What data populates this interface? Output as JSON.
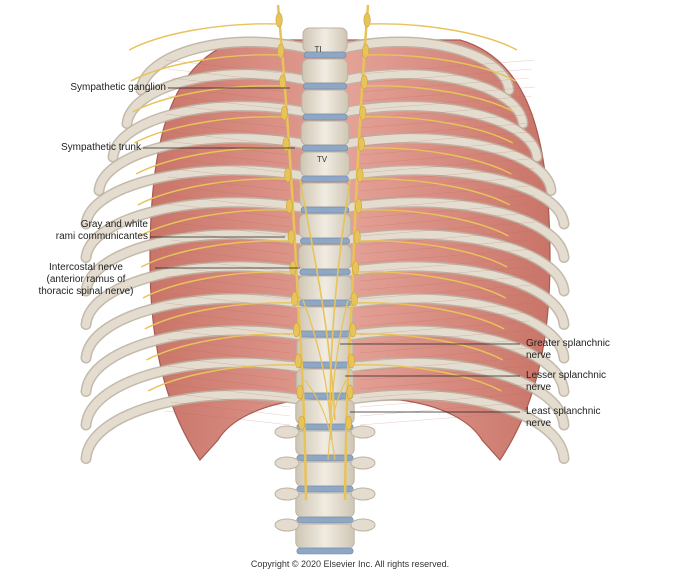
{
  "figure": {
    "vertebra_labels": {
      "t1": "TI",
      "t5": "TV"
    },
    "labels": {
      "sympathetic_ganglion": "Sympathetic ganglion",
      "sympathetic_trunk": "Sympathetic trunk",
      "gray_white_rami": [
        "Gray and white",
        "rami communicantes"
      ],
      "intercostal_nerve": [
        "Intercostal nerve",
        "(anterior ramus of",
        "thoracic spinal nerve)"
      ],
      "greater_splanchnic": [
        "Greater splanchnic",
        "nerve"
      ],
      "lesser_splanchnic": [
        "Lesser splanchnic",
        "nerve"
      ],
      "least_splanchnic": [
        "Least splanchnic",
        "nerve"
      ]
    },
    "colors": {
      "muscle": "#d98a80",
      "muscle_dark": "#b9665d",
      "bone": "#e4ddcf",
      "bone_shadow": "#bdb3a2",
      "disc": "#8ea7c4",
      "nerve": "#e7c35a",
      "leader": "#222222"
    }
  },
  "copyright": "Copyright © 2020 Elsevier Inc. All rights reserved."
}
